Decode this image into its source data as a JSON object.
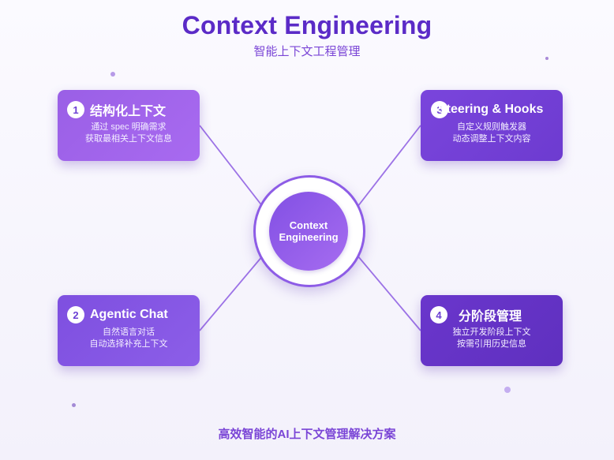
{
  "title": "Context Engineering",
  "subtitle": "智能上下文工程管理",
  "center": {
    "line1": "Context",
    "line2": "Engineering"
  },
  "cards": [
    {
      "number": "1",
      "title": "结构化上下文",
      "desc": [
        "通过 spec 明确需求",
        "获取最相关上下文信息"
      ]
    },
    {
      "number": "2",
      "title": "Agentic Chat",
      "desc": [
        "自然语言对话",
        "自动选择补充上下文"
      ]
    },
    {
      "number": "3",
      "title": "Steering & Hooks",
      "desc": [
        "自定义规则触发器",
        "动态调整上下文内容"
      ]
    },
    {
      "number": "4",
      "title": "分阶段管理",
      "desc": [
        "独立开发阶段上下文",
        "按需引用历史信息"
      ]
    }
  ],
  "footer": "高效智能的AI上下文管理解决方案",
  "colors": {
    "accent": "#5b2bc7",
    "card_light": "#a86af0",
    "card_dark": "#5f30bf",
    "line": "#9c72e6"
  }
}
